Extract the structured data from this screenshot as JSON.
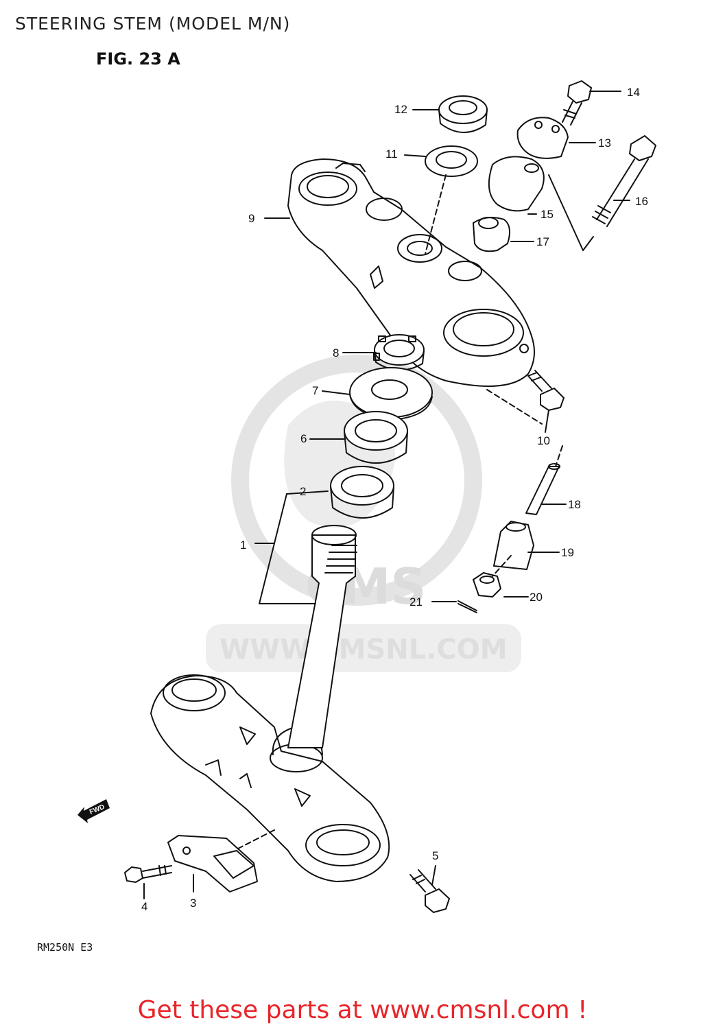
{
  "header": {
    "title": "STEERING STEM (MODEL M/N)",
    "figure": "FIG. 23 A"
  },
  "model_code": "RM250N E3",
  "direction_badge": "FWD",
  "watermark": {
    "brand": "CMS",
    "url": "WWW.CMSNL.COM"
  },
  "callouts": [
    "1",
    "2",
    "3",
    "4",
    "5",
    "6",
    "7",
    "8",
    "9",
    "10",
    "11",
    "12",
    "13",
    "14",
    "15",
    "16",
    "17",
    "18",
    "19",
    "20",
    "21"
  ],
  "footer": {
    "text": "Get these parts at www.cmsnl.com !",
    "color": "#e8252a"
  },
  "colors": {
    "line": "#111111",
    "watermark": "#dcdcdc"
  }
}
